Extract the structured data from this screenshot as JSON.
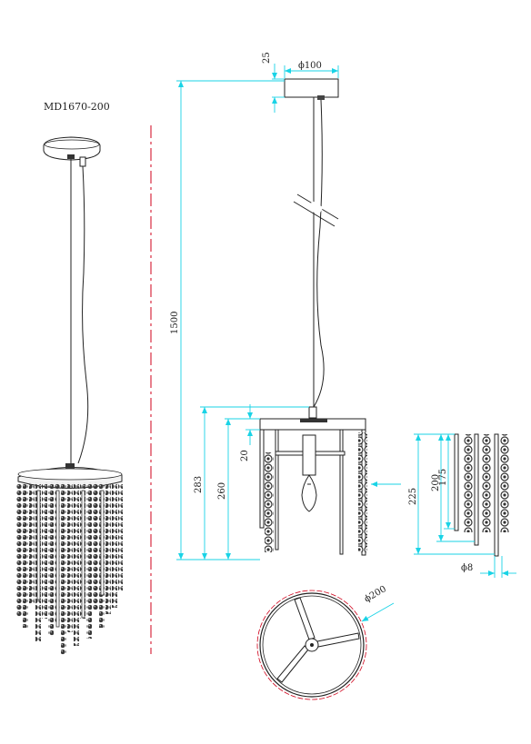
{
  "drawing": {
    "model_label": "MD1670-200",
    "dims": {
      "canopy_height": "25",
      "canopy_diameter": "ϕ100",
      "cable_length": "1500",
      "frame_height": "20",
      "total_height": "283",
      "body_height": "260",
      "strand_225": "225",
      "strand_200": "200",
      "strand_175": "175",
      "bead_diameter": "ϕ8",
      "body_diameter": "ϕ200"
    },
    "colors": {
      "dimension_line": "#19d3e6",
      "center_line": "#d0021b",
      "outline": "#222222"
    }
  }
}
